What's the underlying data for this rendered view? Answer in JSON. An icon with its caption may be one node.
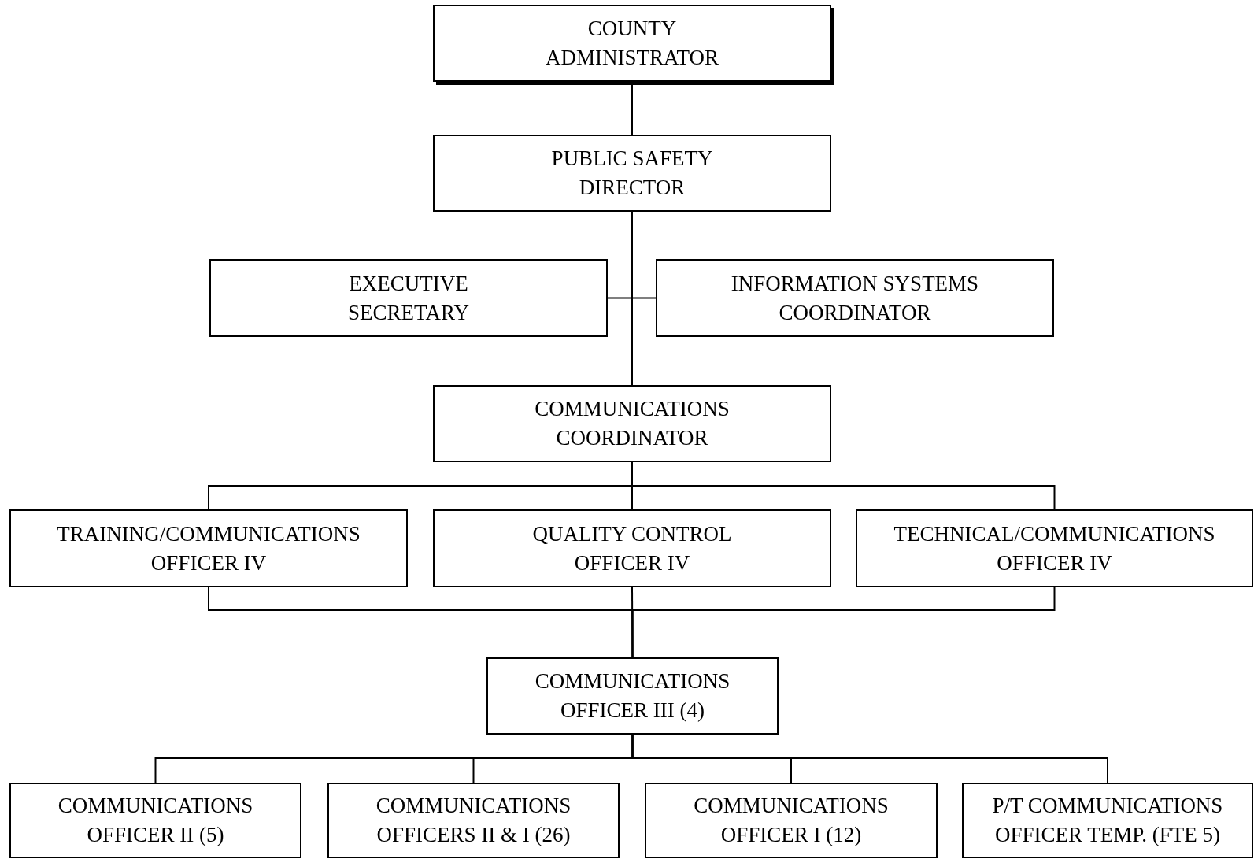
{
  "diagram": {
    "nodes": [
      {
        "text": [
          "COUNTY ADMINISTRATOR"
        ]
      },
      {
        "text": [
          "PUBLIC SAFETY DIRECTOR"
        ]
      },
      {
        "text": [
          "EXECUTIVE SECRETARY"
        ]
      },
      {
        "text": [
          "INFORMATION SYSTEMS COORDINATOR"
        ]
      },
      {
        "text": [
          "COMMUNICATIONS COORDINATOR"
        ]
      },
      {
        "text": [
          "TRAINING/COMMUNICATIONS OFFICER IV"
        ]
      },
      {
        "text": [
          "QUALITY CONTROL OFFICER IV"
        ]
      },
      {
        "text": [
          "TECHNICAL/COMMUNICATIONS OFFICER IV"
        ]
      },
      {
        "text": [
          "COMMUNICATIONS OFFICER III (4)"
        ]
      },
      {
        "text": [
          "COMMUNICATIONS OFFICER II (5)"
        ]
      },
      {
        "text": [
          "COMMUNICATIONS OFFICERS II & I (26)"
        ]
      },
      {
        "text": [
          "COMMUNICATIONS OFFICER I (12)"
        ]
      },
      {
        "text": [
          "P/T COMMUNICATIONS OFFICER TEMP. (FTE 5)"
        ]
      }
    ],
    "edges": [
      {
        "from": 0,
        "to": 1,
        "arrow": "none"
      },
      {
        "from": 1,
        "to": 2,
        "arrow": "none"
      },
      {
        "from": 1,
        "to": 3,
        "arrow": "none"
      },
      {
        "from": 1,
        "to": 4,
        "arrow": "none"
      },
      {
        "from": 4,
        "to": 5,
        "arrow": "none"
      },
      {
        "from": 4,
        "to": 6,
        "arrow": "none"
      },
      {
        "from": 4,
        "to": 7,
        "arrow": "none"
      },
      {
        "from": 5,
        "to": 8,
        "arrow": "none"
      },
      {
        "from": 6,
        "to": 8,
        "arrow": "none"
      },
      {
        "from": 7,
        "to": 8,
        "arrow": "none"
      },
      {
        "from": 8,
        "to": 9,
        "arrow": "none"
      },
      {
        "from": 8,
        "to": 10,
        "arrow": "none"
      },
      {
        "from": 8,
        "to": 11,
        "arrow": "none"
      },
      {
        "from": 8,
        "to": 12,
        "arrow": "none"
      }
    ]
  }
}
